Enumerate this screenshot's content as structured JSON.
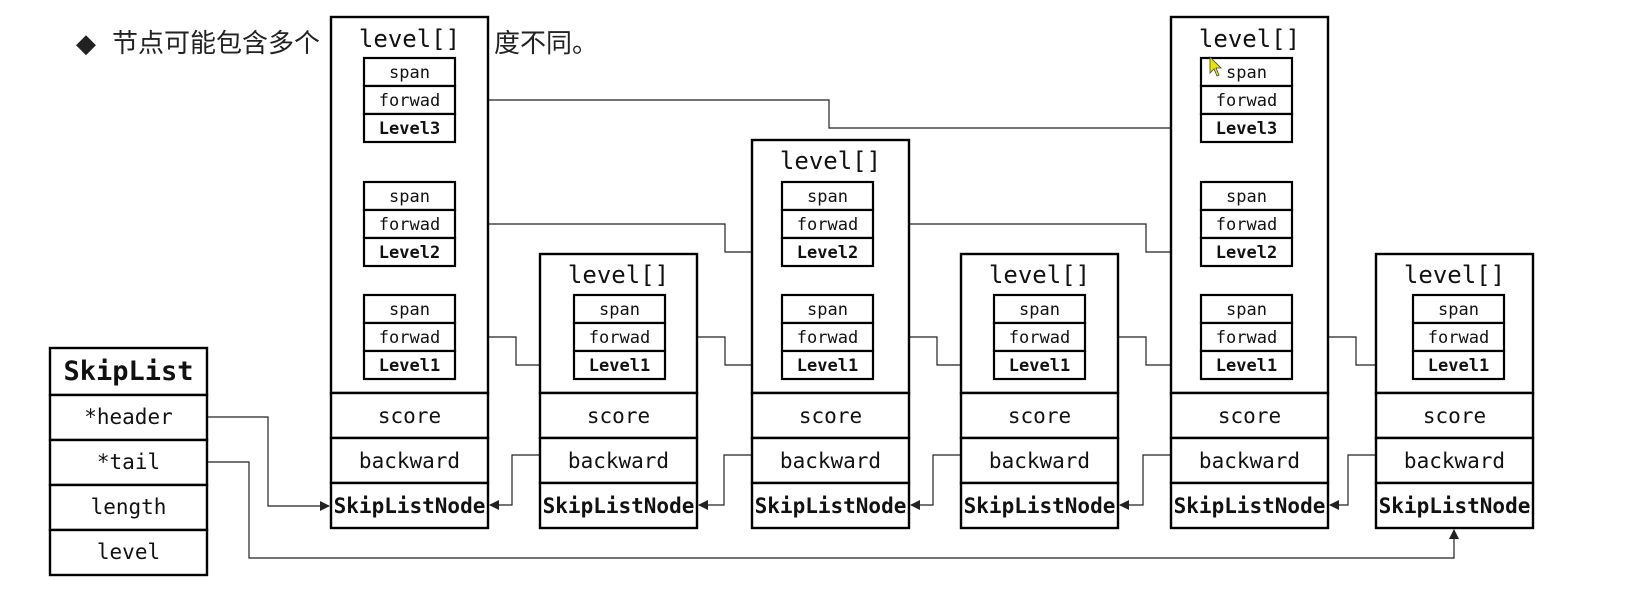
{
  "bullet": {
    "symbol": "◆",
    "text": "节点可能包含多个",
    "text_tail": "度不同。"
  },
  "labels": {
    "level_array": "level[]",
    "span": "span",
    "forward": "forwad",
    "score": "score",
    "backward": "backward",
    "node_type": "SkipListNode"
  },
  "skiplist": {
    "title": "SkipList",
    "fields": [
      "*header",
      "*tail",
      "length",
      "level"
    ]
  },
  "nodes": [
    {
      "id": "n1",
      "levels": [
        "Level3",
        "Level2",
        "Level1"
      ]
    },
    {
      "id": "n2",
      "levels": [
        "Level1"
      ]
    },
    {
      "id": "n3",
      "levels": [
        "Level2",
        "Level1"
      ]
    },
    {
      "id": "n4",
      "levels": [
        "Level1"
      ]
    },
    {
      "id": "n5",
      "levels": [
        "Level3",
        "Level2",
        "Level1"
      ]
    },
    {
      "id": "n6",
      "levels": [
        "Level1"
      ]
    }
  ],
  "colors": {
    "stroke": "#000000",
    "text": "#111111",
    "background": "#ffffff"
  }
}
